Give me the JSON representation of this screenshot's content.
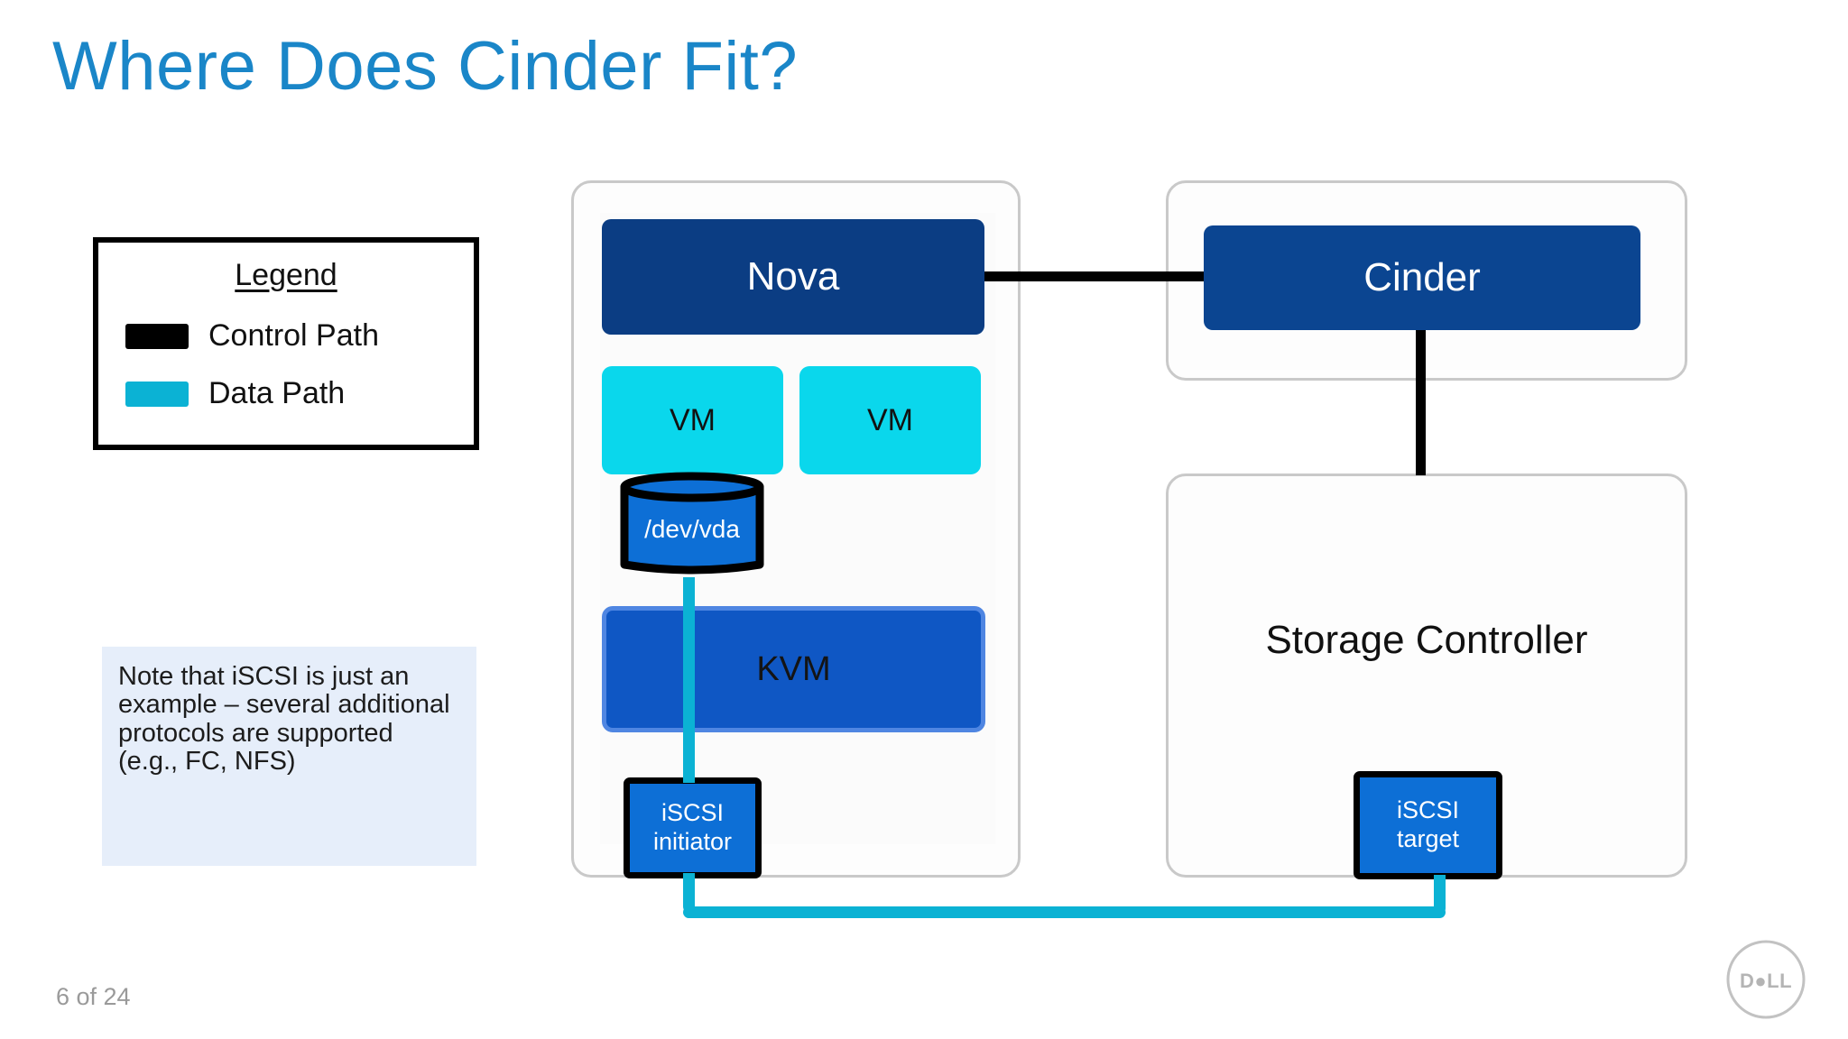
{
  "slide": {
    "title": "Where Does Cinder Fit?",
    "page_indicator": "6 of 24",
    "title_color": "#1a86c8",
    "background": "#ffffff"
  },
  "legend": {
    "heading": "Legend",
    "items": [
      {
        "label": "Control Path",
        "color": "#000000"
      },
      {
        "label": "Data Path",
        "color": "#0bb2d4"
      }
    ]
  },
  "note": {
    "text": "Note that iSCSI is just an example – several additional protocols are supported\n      (e.g., FC, NFS)",
    "background": "#e6eefa"
  },
  "diagram": {
    "panels": [
      {
        "name": "compute-panel",
        "label": ""
      },
      {
        "name": "cinder-panel",
        "label": ""
      },
      {
        "name": "storage-panel",
        "label": "Storage Controller"
      }
    ],
    "nodes": {
      "nova": {
        "label": "Nova",
        "color": "#0b3d83",
        "text_color": "#ffffff"
      },
      "cinder": {
        "label": "Cinder",
        "color": "#0b4591",
        "text_color": "#ffffff"
      },
      "vm1": {
        "label": "VM",
        "color": "#0ad7ec",
        "text_color": "#121212"
      },
      "vm2": {
        "label": "VM",
        "color": "#0ad7ec",
        "text_color": "#121212"
      },
      "vda": {
        "label": "/dev/vda",
        "color": "#0d6fd6",
        "text_color": "#ffffff"
      },
      "kvm": {
        "label": "KVM",
        "color": "#0f57c4",
        "border_color": "#4f86e2",
        "text_color": "#141414"
      },
      "iscsi_initiator": {
        "label": "iSCSI\ninitiator",
        "color": "#0d6fd6",
        "text_color": "#ffffff"
      },
      "iscsi_target": {
        "label": "iSCSI\ntarget",
        "color": "#0d6fd6",
        "text_color": "#ffffff"
      },
      "storage_controller": {
        "label": "Storage Controller",
        "text_color": "#111111"
      }
    },
    "connections": [
      {
        "name": "nova-to-cinder",
        "type": "control",
        "color": "#000000"
      },
      {
        "name": "cinder-to-storage-controller",
        "type": "control",
        "color": "#000000"
      },
      {
        "name": "vda-to-kvm-to-initiator",
        "type": "data",
        "color": "#0bb2d4"
      },
      {
        "name": "initiator-to-target",
        "type": "data",
        "color": "#0bb2d4"
      }
    ]
  },
  "branding": {
    "logo_text": "DELL"
  }
}
